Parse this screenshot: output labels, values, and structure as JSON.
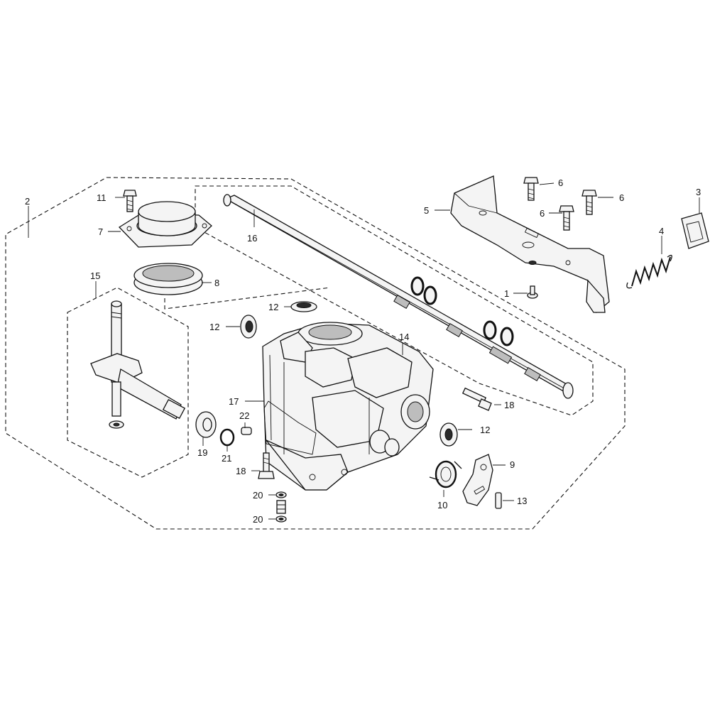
{
  "callouts": [
    {
      "id": "1",
      "text": "1"
    },
    {
      "id": "2",
      "text": "2"
    },
    {
      "id": "3",
      "text": "3"
    },
    {
      "id": "4",
      "text": "4"
    },
    {
      "id": "5",
      "text": "5"
    },
    {
      "id": "6a",
      "text": "6"
    },
    {
      "id": "6b",
      "text": "6"
    },
    {
      "id": "6c",
      "text": "6"
    },
    {
      "id": "7",
      "text": "7"
    },
    {
      "id": "8",
      "text": "8"
    },
    {
      "id": "9",
      "text": "9"
    },
    {
      "id": "10",
      "text": "10"
    },
    {
      "id": "11",
      "text": "11"
    },
    {
      "id": "12a",
      "text": "12"
    },
    {
      "id": "12b",
      "text": "12"
    },
    {
      "id": "12c",
      "text": "12"
    },
    {
      "id": "13",
      "text": "13"
    },
    {
      "id": "14",
      "text": "14"
    },
    {
      "id": "15",
      "text": "15"
    },
    {
      "id": "16",
      "text": "16"
    },
    {
      "id": "17",
      "text": "17"
    },
    {
      "id": "18a",
      "text": "18"
    },
    {
      "id": "18b",
      "text": "18"
    },
    {
      "id": "19",
      "text": "19"
    },
    {
      "id": "20a",
      "text": "20"
    },
    {
      "id": "20b",
      "text": "20"
    },
    {
      "id": "21",
      "text": "21"
    },
    {
      "id": "22",
      "text": "22"
    }
  ]
}
